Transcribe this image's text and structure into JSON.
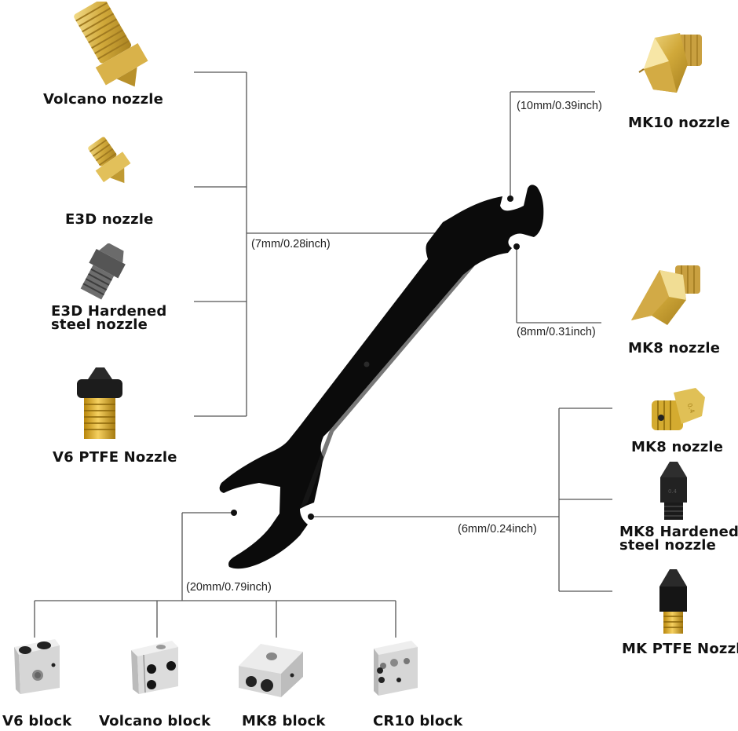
{
  "title": "3D printer nozzle wrench compatibility diagram",
  "tool": {
    "name": "wrench",
    "color": "#0a0a0a"
  },
  "colors": {
    "brass": "#d9b440",
    "steel": "#5a5a5a",
    "aluminum": "#d8d8d8",
    "line": "#555555",
    "text": "#111111"
  },
  "sizes": {
    "s7": "(7mm/0.28inch)",
    "s10": "(10mm/0.39inch)",
    "s8": "(8mm/0.31inch)",
    "s6": "(6mm/0.24inch)",
    "s20": "(20mm/0.79inch)"
  },
  "groups": {
    "left_7mm": {
      "size": "7mm",
      "items": [
        {
          "label": "Volcano  nozzle",
          "icon": "brass-volcano-nozzle"
        },
        {
          "label": "E3D  nozzle",
          "icon": "brass-e3d-nozzle"
        },
        {
          "label_line1": "E3D Hardened",
          "label_line2": "steel nozzle",
          "icon": "steel-e3d-nozzle"
        },
        {
          "label": "V6 PTFE Nozzle",
          "icon": "black-brass-v6-nozzle"
        }
      ]
    },
    "top_right_10mm": {
      "size": "10mm",
      "items": [
        {
          "label": "MK10 nozzle",
          "icon": "brass-mk10-nozzle"
        }
      ]
    },
    "right_8mm": {
      "size": "8mm",
      "items": [
        {
          "label": "MK8 nozzle",
          "icon": "brass-mk8-nozzle"
        }
      ]
    },
    "right_6mm": {
      "size": "6mm",
      "items": [
        {
          "label": "MK8 nozzle",
          "icon": "brass-mk8-small-nozzle",
          "marking": "0.4"
        },
        {
          "label_line1": "MK8 Hardened",
          "label_line2": "steel nozzle",
          "icon": "steel-mk8-nozzle",
          "marking": "0.4"
        },
        {
          "label": "MK PTFE Nozzle",
          "icon": "black-brass-mk-nozzle"
        }
      ]
    },
    "bottom_20mm": {
      "size": "20mm",
      "items": [
        {
          "label": "V6 block",
          "icon": "v6-heater-block"
        },
        {
          "label": "Volcano block",
          "icon": "volcano-heater-block"
        },
        {
          "label": "MK8 block",
          "icon": "mk8-heater-block"
        },
        {
          "label": "CR10 block",
          "icon": "cr10-heater-block"
        }
      ]
    }
  }
}
